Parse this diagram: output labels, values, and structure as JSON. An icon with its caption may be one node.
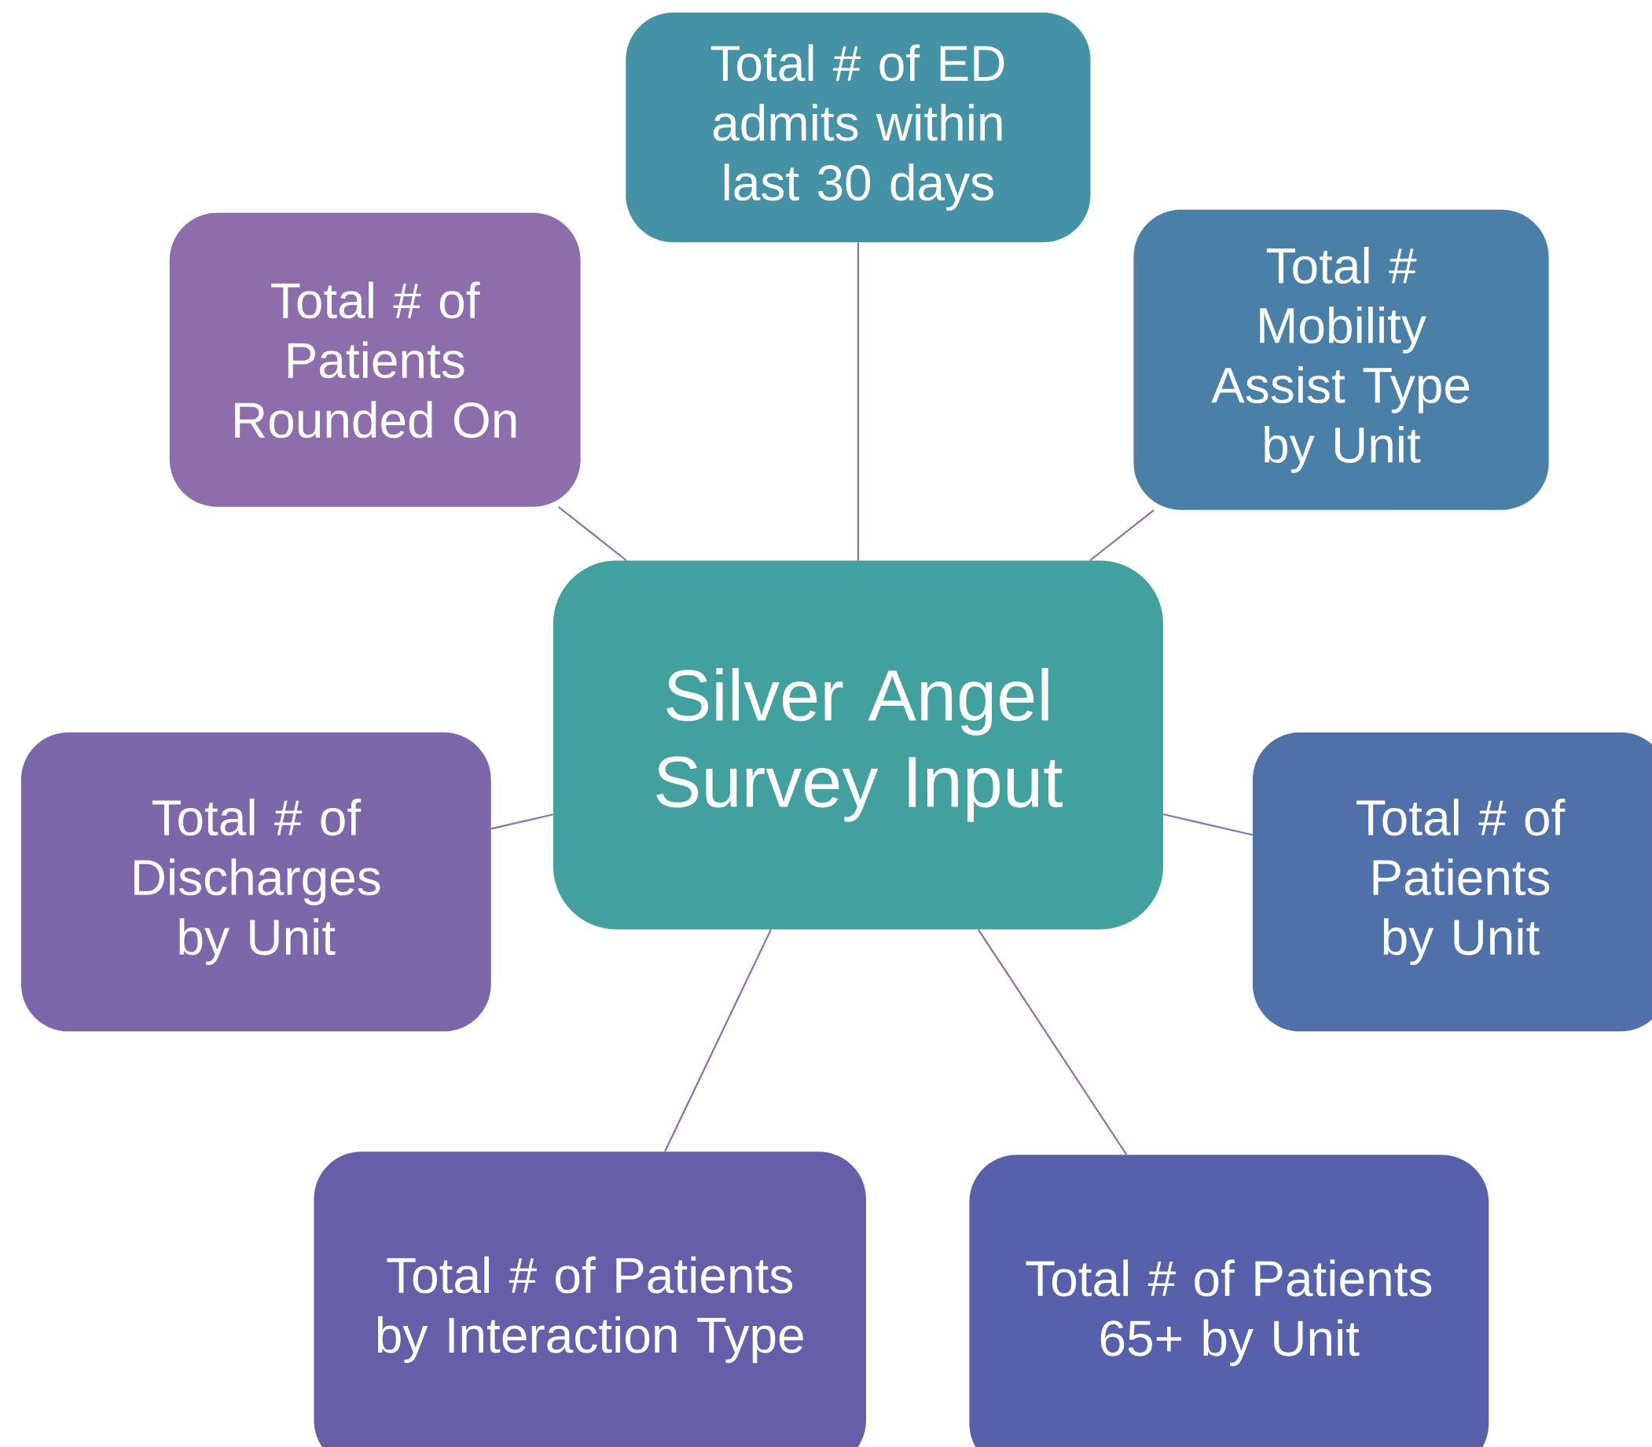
{
  "diagram": {
    "nodes": [
      {
        "text": [
          "Total # of ED admits within last 30 days"
        ]
      },
      {
        "text": [
          "Total # of Patients Rounded On"
        ]
      },
      {
        "text": [
          "Total # Mobility Assist Type by Unit"
        ]
      },
      {
        "text": [
          "Silver Angel Survey Input"
        ]
      },
      {
        "text": [
          "Total # of Discharges by Unit"
        ]
      },
      {
        "text": [
          "Total # of Patients by Unit"
        ]
      },
      {
        "text": [
          "Total # of Patients by Interaction Type"
        ]
      },
      {
        "text": [
          "Total # of Patients 65+ by Unit"
        ]
      }
    ],
    "edges": [
      {
        "from": 3,
        "to": 0,
        "arrow": "none"
      },
      {
        "from": 3,
        "to": 1,
        "arrow": "none"
      },
      {
        "from": 3,
        "to": 2,
        "arrow": "none"
      },
      {
        "from": 3,
        "to": 4,
        "arrow": "none"
      },
      {
        "from": 3,
        "to": 5,
        "arrow": "none"
      },
      {
        "from": 3,
        "to": 6,
        "arrow": "none"
      },
      {
        "from": 3,
        "to": 7,
        "arrow": "none"
      }
    ]
  }
}
